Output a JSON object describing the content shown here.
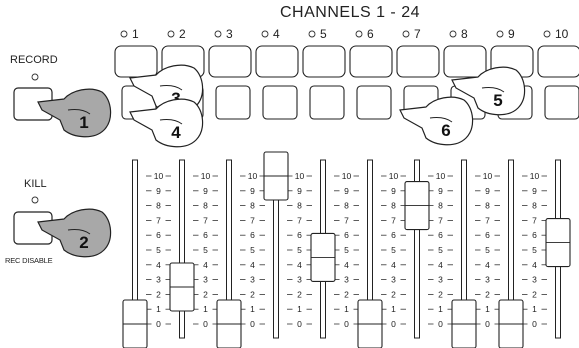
{
  "header": {
    "title": "CHANNELS 1 - 24"
  },
  "channels": [
    "1",
    "2",
    "3",
    "4",
    "5",
    "6",
    "7",
    "8",
    "9",
    "10"
  ],
  "record": {
    "label": "RECORD"
  },
  "kill": {
    "label": "KILL",
    "sublabel": "REC DISABLE"
  },
  "scale_top": [
    "10",
    "9",
    "8",
    "7",
    "6",
    "5",
    "4",
    "3",
    "2",
    "1",
    "0"
  ],
  "callouts": [
    "1",
    "2",
    "3",
    "4",
    "5",
    "6"
  ],
  "fader_levels": [
    0,
    2.5,
    0,
    10,
    4.5,
    0,
    8,
    0,
    0,
    5.5
  ]
}
